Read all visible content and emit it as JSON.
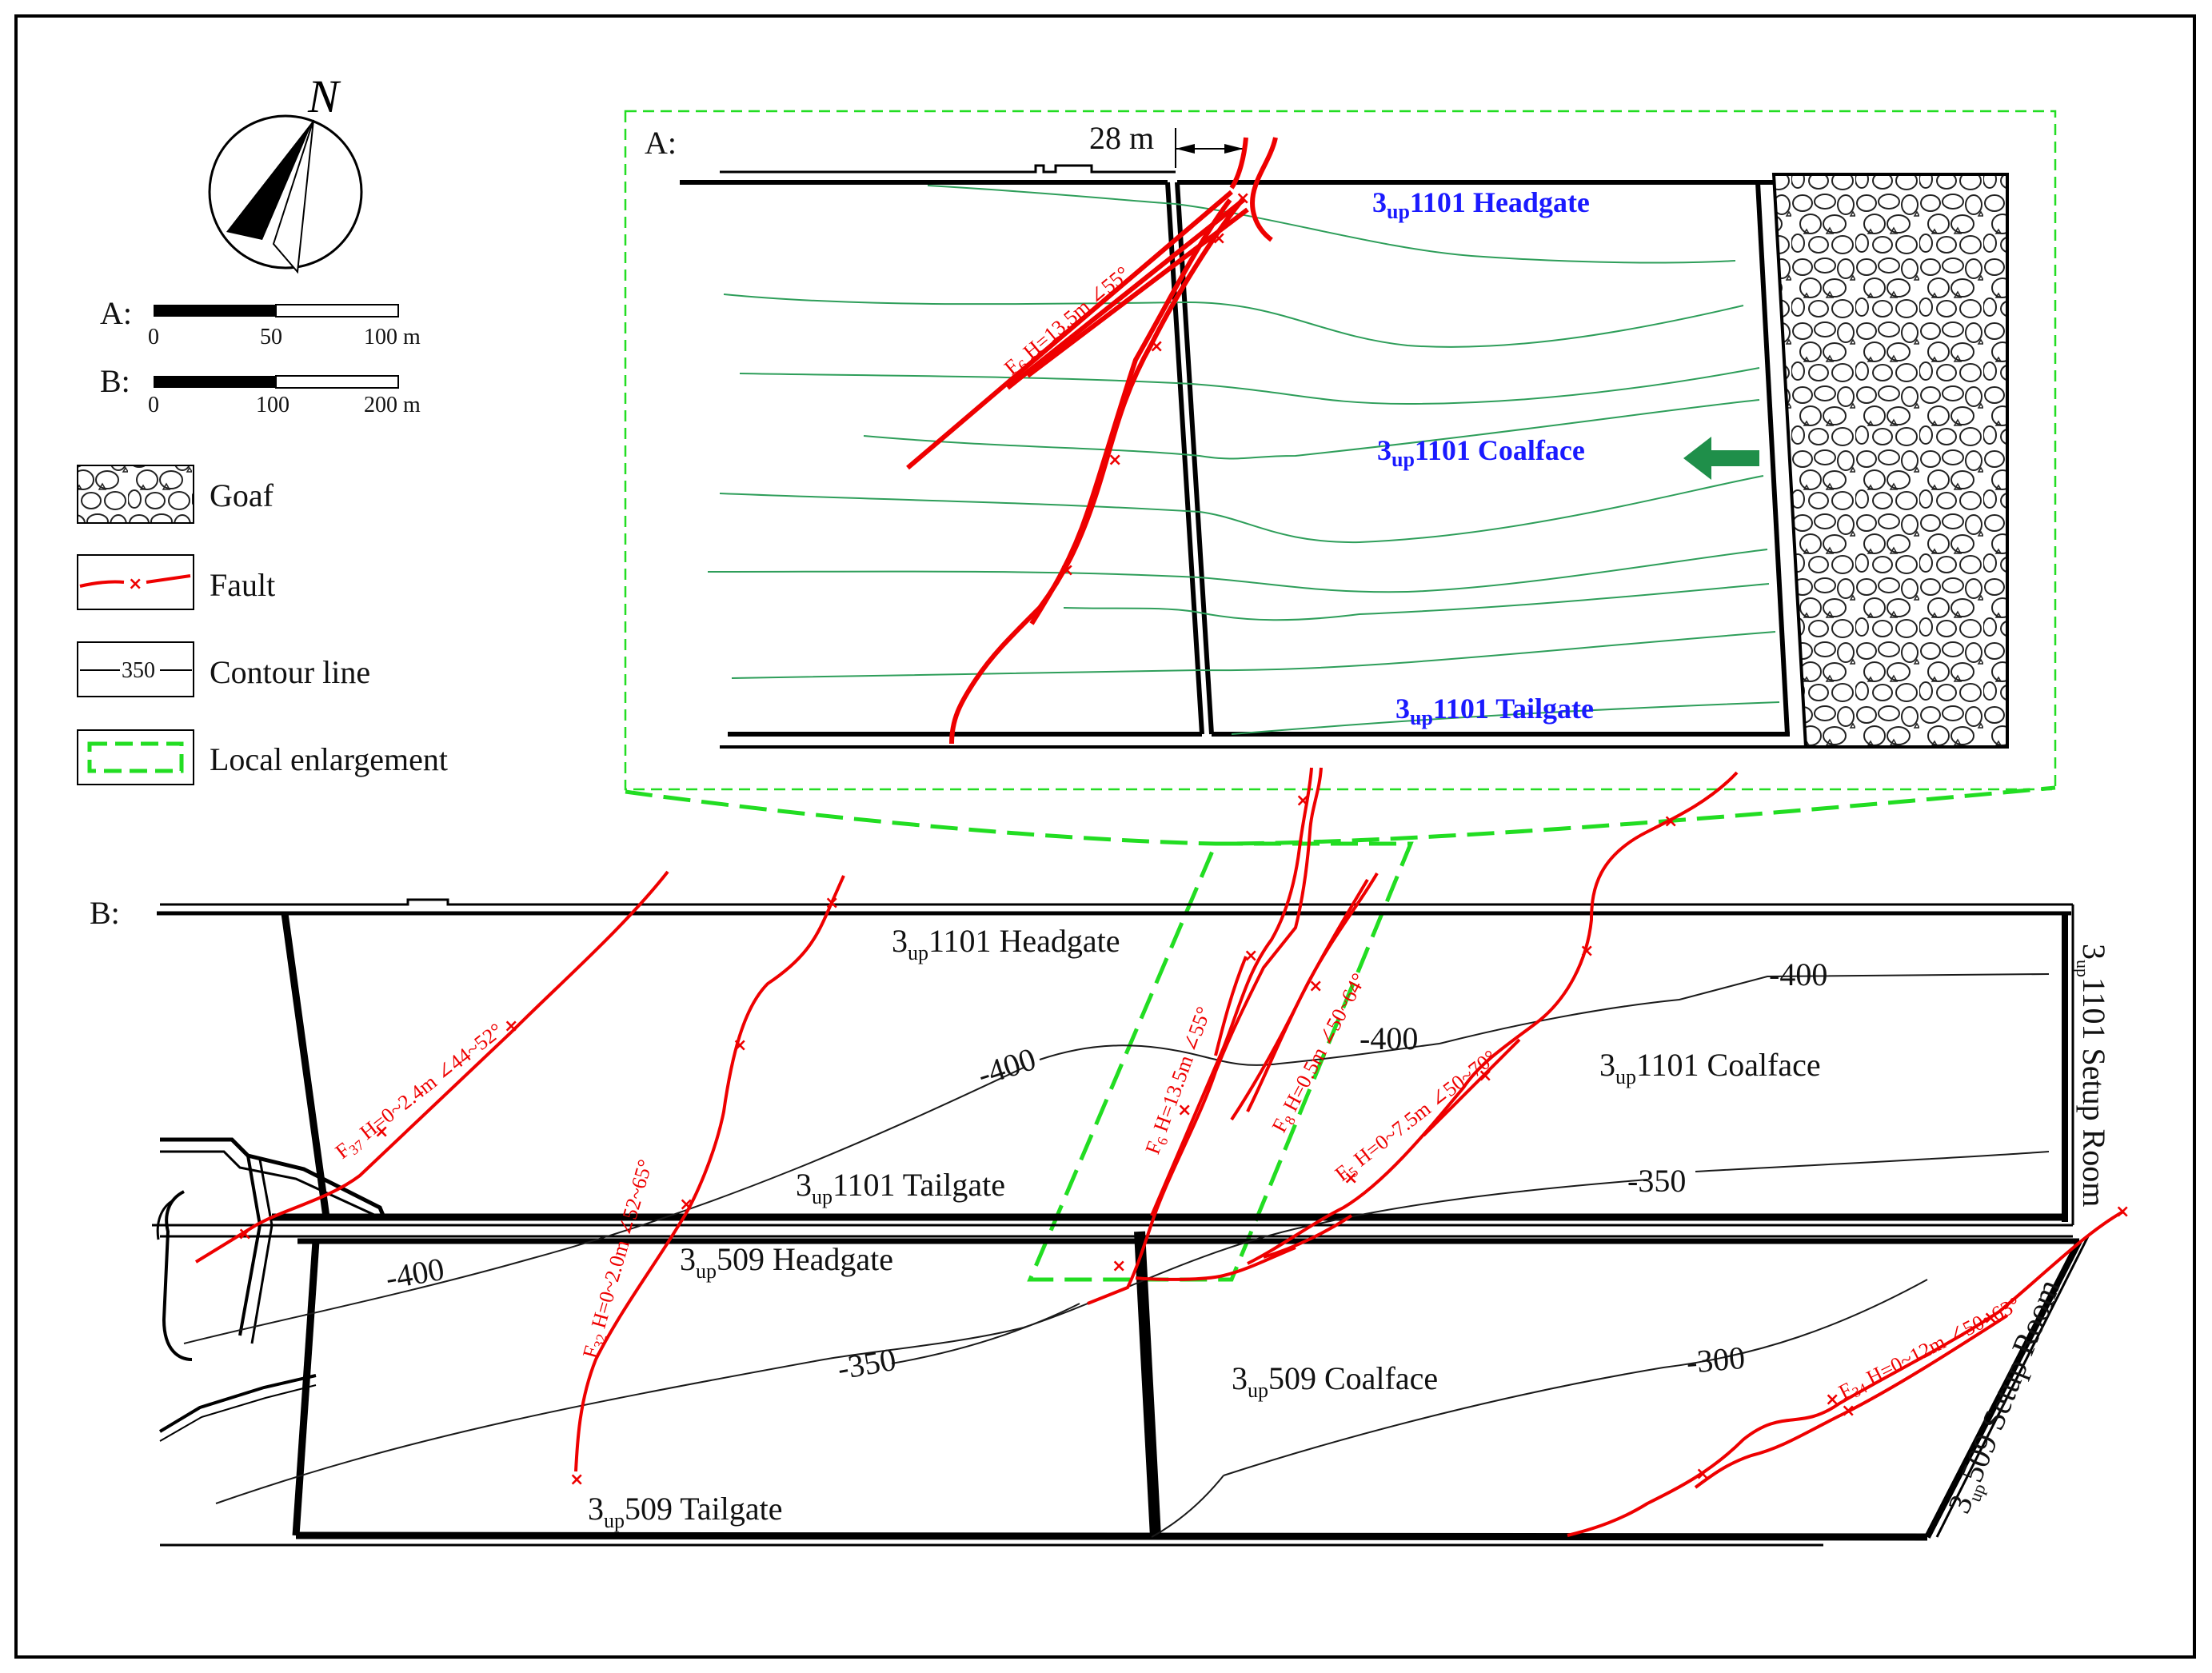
{
  "colors": {
    "fault": "#ee0000",
    "enlargement": "#22dd22",
    "contour_A": "#2e9e5a",
    "contour_B": "#1a1a1a",
    "coalface_arrow": "#1f8f4a",
    "panel_label_A": "#1a1aff"
  },
  "compass": {
    "north": "N",
    "icon": "north-arrow-icon"
  },
  "scales": [
    {
      "label": "A:",
      "ticks": [
        "0",
        "50",
        "100 m"
      ]
    },
    {
      "label": "B:",
      "ticks": [
        "0",
        "100",
        "200 m"
      ]
    }
  ],
  "legend": [
    {
      "icon": "goaf-icon",
      "label": "Goaf"
    },
    {
      "icon": "fault-icon",
      "label": "Fault"
    },
    {
      "icon": "contour-line-icon",
      "label": "Contour line",
      "sample": "350"
    },
    {
      "icon": "local-enlargement-icon",
      "label": "Local enlargement"
    }
  ],
  "inset": {
    "label": "A:",
    "distance": "28 m",
    "headgate": {
      "num": "3",
      "sub": "up",
      "name": "1101 Headgate"
    },
    "coalface": {
      "num": "3",
      "sub": "up",
      "name": "1101 Coalface"
    },
    "tailgate": {
      "num": "3",
      "sub": "up",
      "name": "1101 Tailgate"
    },
    "fault_F6": {
      "name": "F",
      "sub": "6",
      "rest": " H=13.5m ∠55°"
    }
  },
  "main": {
    "label": "B:",
    "panels": {
      "headgate_1101": {
        "num": "3",
        "sub": "up",
        "name": "1101 Headgate"
      },
      "coalface_1101": {
        "num": "3",
        "sub": "up",
        "name": "1101 Coalface"
      },
      "tailgate_1101": {
        "num": "3",
        "sub": "up",
        "name": "1101 Tailgate"
      },
      "headgate_509": {
        "num": "3",
        "sub": "up",
        "name": "509 Headgate"
      },
      "coalface_509": {
        "num": "3",
        "sub": "up",
        "name": "509 Coalface"
      },
      "tailgate_509": {
        "num": "3",
        "sub": "up",
        "name": "509 Tailgate"
      },
      "setup_1101": {
        "num": "3",
        "sub": "up",
        "name": "1101 Setup Room"
      },
      "setup_509": {
        "num": "3",
        "sub": "up",
        "name": "509 Setup Room"
      }
    },
    "contour_labels": {
      "c400_right": "-400",
      "c400_mid": "-400",
      "c400_center": "-400",
      "c400_left": "-400",
      "c350_right": "-350",
      "c350_left": "-350",
      "c300": "-300"
    },
    "faults": {
      "F37": {
        "name": "F",
        "sub": "37",
        "rest": " H=0~2.4m ∠44~52°"
      },
      "F32": {
        "name": "F",
        "sub": "32",
        "rest": " H=0~2.0m ∠52~65°"
      },
      "F6": {
        "name": "F",
        "sub": "6",
        "rest": " H=13.5m ∠55°"
      },
      "F8": {
        "name": "F",
        "sub": "8",
        "rest": " H=0.5m ∠50~64°"
      },
      "F5": {
        "name": "F",
        "sub": "5",
        "rest": " H=0~7.5m ∠50~70°"
      },
      "F34": {
        "name": "F",
        "sub": "34",
        "rest": " H=0~12m ∠50~63°"
      }
    }
  }
}
